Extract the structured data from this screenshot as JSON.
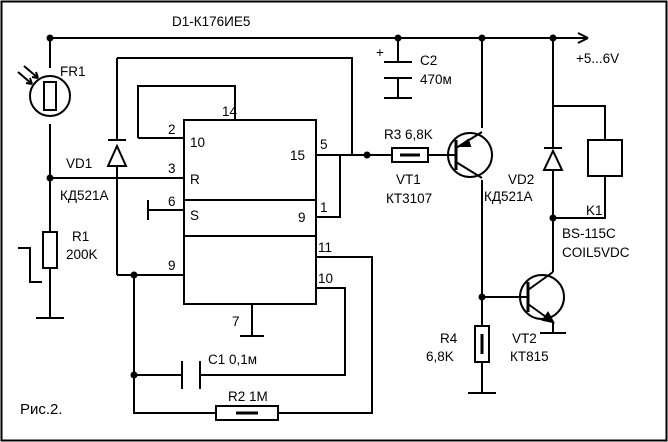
{
  "ic": {
    "name": "D1-К176ИЕ5",
    "pin_numbers": [
      "14",
      "2",
      "10",
      "3",
      "6",
      "15",
      "5",
      "9",
      "1",
      "9",
      "11",
      "10",
      "7"
    ],
    "pin_labels": [
      "R",
      "S"
    ]
  },
  "components": {
    "fr1": {
      "label": "FR1"
    },
    "vd1": {
      "label": "VD1",
      "type": "КД521А"
    },
    "r1": {
      "label": "R1",
      "value": "200K"
    },
    "c2": {
      "label": "C2",
      "value": "470м",
      "polarity": "+"
    },
    "r3": {
      "label": "R3 6,8K"
    },
    "vt1": {
      "label": "VT1",
      "type": "КТ3107"
    },
    "vd2": {
      "label": "VD2",
      "type": "КД521А"
    },
    "k1": {
      "label": "K1",
      "type": "BS-115C",
      "coil": "COIL5VDC"
    },
    "r4": {
      "label": "R4",
      "value": "6,8K"
    },
    "vt2": {
      "label": "VT2",
      "type": "КТ815"
    },
    "c1": {
      "label": "C1 0,1м"
    },
    "r2": {
      "label": "R2 1M"
    }
  },
  "supply": {
    "label": "+5...6V"
  },
  "figure": {
    "caption": "Рис.2."
  },
  "colors": {
    "line": "#000000",
    "background": "#ffffff"
  }
}
